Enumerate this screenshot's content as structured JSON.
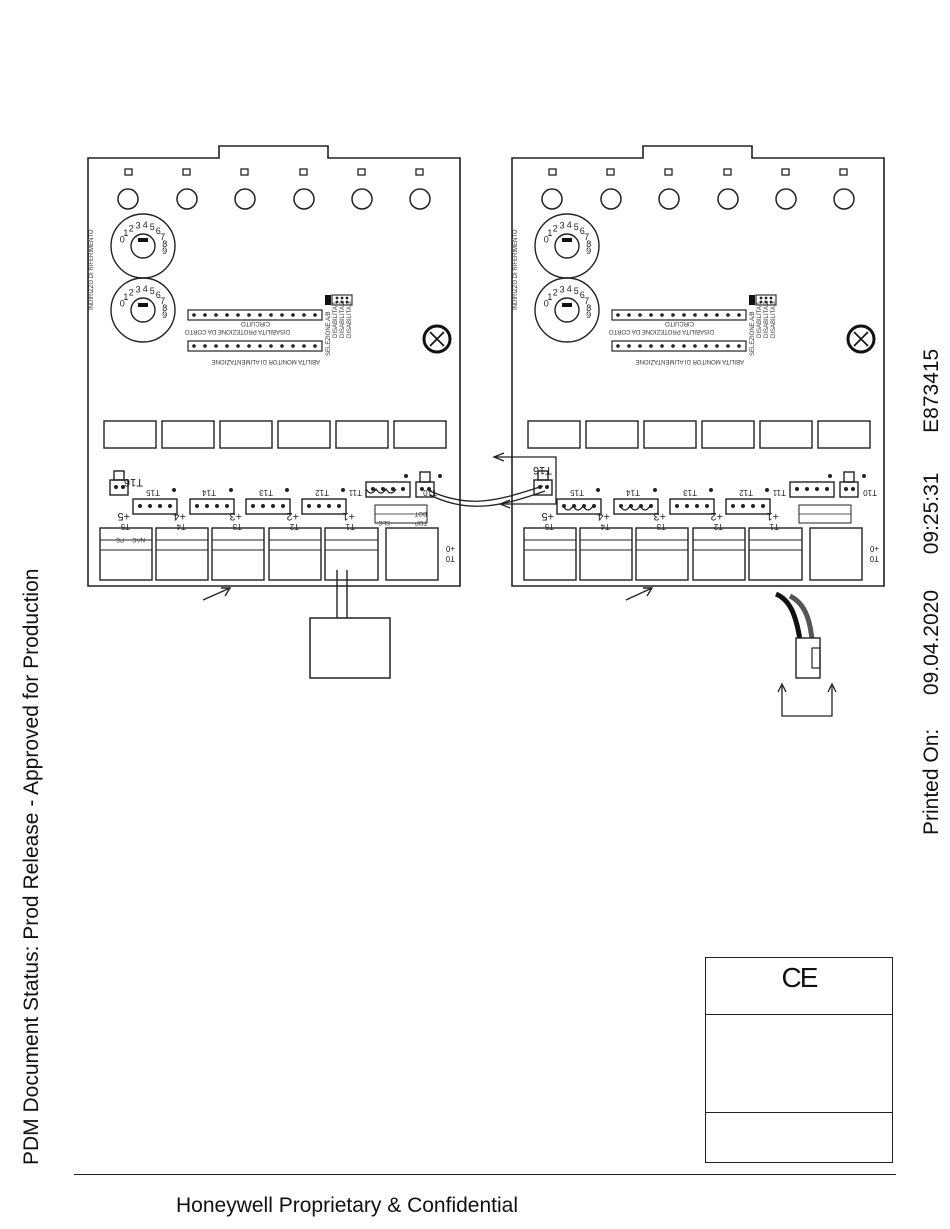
{
  "sidebar_left": {
    "status_text": "PDM Document Status: Prod Release - Approved for Production"
  },
  "sidebar_right": {
    "printed_label": "Printed On:",
    "date": "09.04.2020",
    "time": "09:25:31",
    "doc_id": "E873415"
  },
  "footer": {
    "text": "Honeywell Proprietary & Confidential"
  },
  "ce_mark": "CE",
  "board": {
    "label_address": "INDIRIZZO DI RIFERIMENTO",
    "label_short_protect": "DISABILITA PROTEZIONE DA CORTO",
    "label_circuit": "CIRCUITO",
    "label_power_monitor": "ABILITA MONITOR DI ALIMENTAZIONE",
    "label_sel_ab": "SELEZIONE A/B",
    "label_dis1": "DISABILITA 1",
    "label_dis2": "DISABILITA 2",
    "label_dis3": "DISABILITA 3",
    "dial_upper_digits": [
      "0",
      "1",
      "2",
      "3",
      "4",
      "5",
      "6",
      "7",
      "8",
      "9"
    ],
    "dial_lower_digits": [
      "0",
      "1",
      "2",
      "3",
      "4",
      "5",
      "6",
      "7",
      "8",
      "9"
    ],
    "terminals": [
      "T1",
      "T2",
      "T3",
      "T4",
      "T5"
    ],
    "terminal_plus": [
      "+1",
      "+2",
      "+3",
      "+4",
      "+5"
    ],
    "headers": [
      "T12",
      "T13",
      "T14",
      "T15"
    ],
    "t11": "T11",
    "t10": "T10",
    "t16": "T16",
    "t0": "T0",
    "t0_plus": "+0",
    "nac_label": "NAC",
    "ps_label": "PS",
    "slc_label": "SLC",
    "top_label": "TOP",
    "bot_label": "BOT"
  }
}
